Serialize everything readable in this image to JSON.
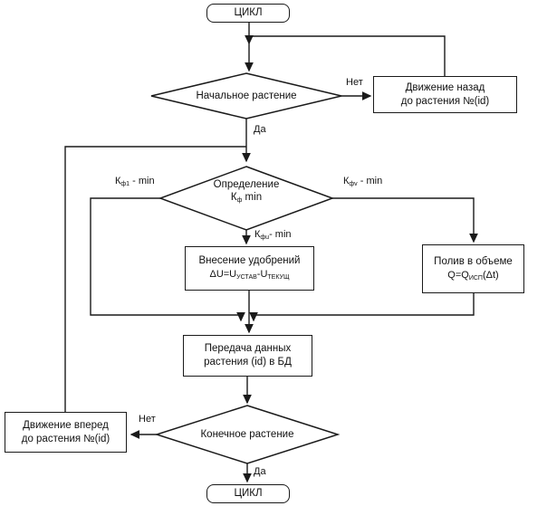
{
  "colors": {
    "line": "#1a1a1a",
    "background": "#ffffff",
    "box_fill": "#ffffff"
  },
  "nodes": {
    "terminal_top": {
      "label": "ЦИКЛ"
    },
    "decision_initial": {
      "label": "Начальное растение"
    },
    "move_back": {
      "line1": "Движение назад",
      "line2": "до растения №(id)"
    },
    "decision_kf": {
      "line1": "Определение",
      "k": "К",
      "k_sub": "ф",
      "k_tail": " min"
    },
    "fertilizer": {
      "line1": "Внесение удобрений",
      "p1": "ΔU=U",
      "s1": "УСТАВ",
      "p2": "-U",
      "s2": "ТЕКУЩ"
    },
    "watering": {
      "line1": "Полив в объеме",
      "p1": "Q=Q",
      "s1": "ИСП",
      "p2": "(Δt)"
    },
    "transfer": {
      "line1": "Передача данных",
      "line2": "растения (id) в БД"
    },
    "decision_final": {
      "label": "Конечное растение"
    },
    "move_forward": {
      "line1": "Движение вперед",
      "line2": "до растения №(id)"
    },
    "terminal_bottom": {
      "label": "ЦИКЛ"
    }
  },
  "labels": {
    "no_initial": "Нет",
    "yes_initial": "Да",
    "kf1": {
      "p": "К",
      "s": "ф1",
      "t": " - min"
    },
    "kfv": {
      "p": "К",
      "s": "фv",
      "t": " - min"
    },
    "kfu": {
      "p": "К",
      "s": "фu",
      "t": "- min"
    },
    "no_final": "Нет",
    "yes_final": "Да"
  }
}
